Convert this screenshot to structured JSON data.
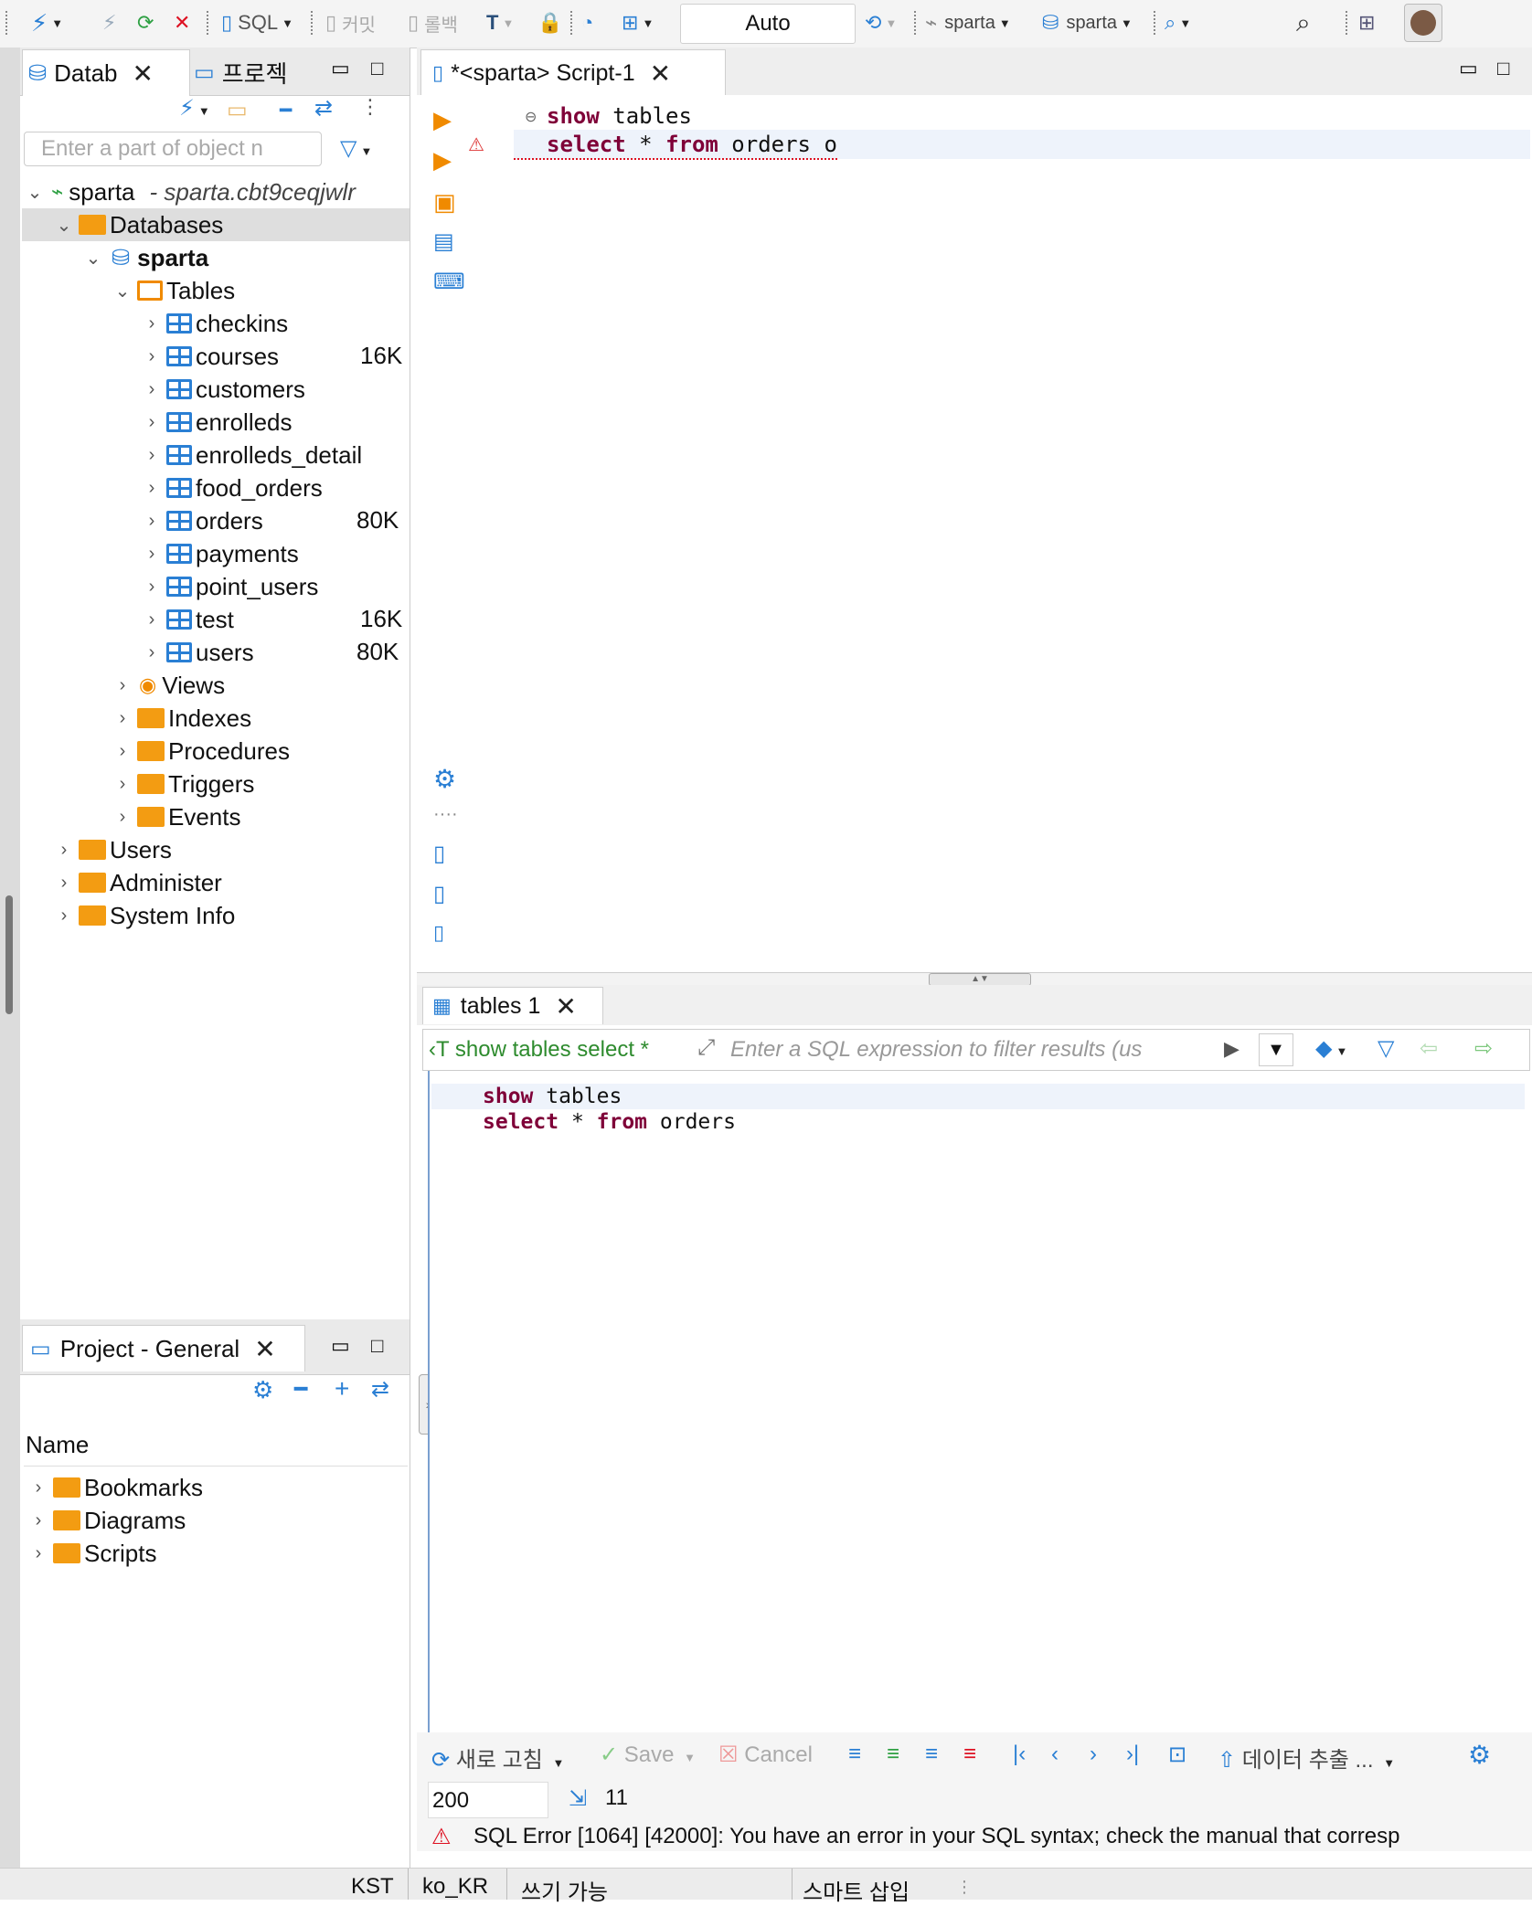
{
  "toolbar": {
    "sql_label": "SQL",
    "commit_label": "커밋",
    "rollback_label": "롤백",
    "mode_value": "Auto",
    "datasource_label": "sparta",
    "schema_label": "sparta"
  },
  "nav": {
    "tab_db": "Datab",
    "tab_project": "프로젝",
    "filter_placeholder": "Enter a part of object n",
    "connection": "sparta",
    "connection_host": "- sparta.cbt9ceqjwlr",
    "databases": "Databases",
    "db": "sparta",
    "tables_folder": "Tables",
    "tables": [
      {
        "name": "checkins",
        "size": ""
      },
      {
        "name": "courses",
        "size": "16K"
      },
      {
        "name": "customers",
        "size": ""
      },
      {
        "name": "enrolleds",
        "size": ""
      },
      {
        "name": "enrolleds_detail",
        "size": ""
      },
      {
        "name": "food_orders",
        "size": ""
      },
      {
        "name": "orders",
        "size": "80K"
      },
      {
        "name": "payments",
        "size": ""
      },
      {
        "name": "point_users",
        "size": ""
      },
      {
        "name": "test",
        "size": "16K"
      },
      {
        "name": "users",
        "size": "80K"
      }
    ],
    "db_folders": [
      "Views",
      "Indexes",
      "Procedures",
      "Triggers",
      "Events"
    ],
    "conn_folders": [
      "Users",
      "Administer",
      "System Info"
    ]
  },
  "project": {
    "title": "Project - General",
    "col_name": "Name",
    "items": [
      "Bookmarks",
      "Diagrams",
      "Scripts"
    ]
  },
  "editor": {
    "tab_title": "*<sparta> Script-1",
    "line1_kw": "show",
    "line1_rest": " tables",
    "line2_kw1": "select",
    "line2_mid": " * ",
    "line2_kw2": "from",
    "line2_rest": " orders o"
  },
  "results": {
    "tab_title": "tables 1",
    "query_label": "show tables select *",
    "filter_placeholder": "Enter a SQL expression to filter results (us",
    "line1_kw": "show",
    "line1_rest": " tables",
    "line2_kw1": "select",
    "line2_mid": " * ",
    "line2_kw2": "from",
    "line2_rest": " orders",
    "refresh_label": "새로 고침",
    "save_label": "Save",
    "cancel_label": "Cancel",
    "export_label": "데이터 추출 ...",
    "fetch_size": "200",
    "row_count": "11",
    "error_text": "SQL Error [1064] [42000]: You have an error in your SQL syntax; check the manual that corresp"
  },
  "status": {
    "timezone": "KST",
    "locale": "ko_KR",
    "write_mode": "쓰기 가능",
    "insert_mode": "스마트 삽입"
  }
}
